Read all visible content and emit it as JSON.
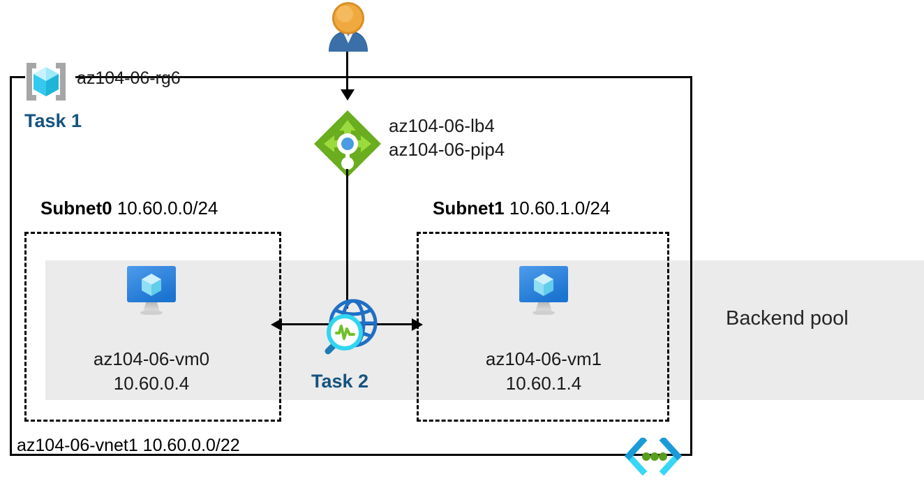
{
  "diagram": {
    "title": "Azure load balancer backend pool architecture",
    "colors": {
      "task_blue": "#15537f",
      "band_gray": "#ebebeb",
      "lb_green": "#76bc21",
      "lb_green_dark": "#5e9624",
      "vm_blue": "#2a7bd5",
      "globe_blue": "#1f6fc4",
      "magnifier_cyan": "#32d5f0",
      "pulse_green": "#6fbf2a",
      "vnet_blue": "#1a9bd7",
      "vnet_cyan": "#37d7f5",
      "vnet_dot_green": "#5a9e1f",
      "user_orange": "#e8a33d",
      "user_body_blue": "#2e5f96",
      "rg_cube_cyan": "#53d9f5",
      "bracket_gray": "#a6a6a6",
      "outline_black": "#000000"
    }
  },
  "resource_group": {
    "icon": "resource-group-icon",
    "name": "az104-06-rg6",
    "task_label": "Task 1"
  },
  "user": {
    "icon": "user-icon",
    "label": ""
  },
  "load_balancer": {
    "icon": "load-balancer-icon",
    "name": "az104-06-lb4",
    "public_ip": "az104-06-pip4"
  },
  "backend_pool": {
    "label": "Backend pool"
  },
  "subnets": [
    {
      "name": "Subnet0",
      "cidr": "10.60.0.0/24",
      "vm": {
        "icon": "virtual-machine-icon",
        "name": "az104-06-vm0",
        "ip": "10.60.0.4"
      }
    },
    {
      "name": "Subnet1",
      "cidr": "10.60.1.0/24",
      "vm": {
        "icon": "virtual-machine-icon",
        "name": "az104-06-vm1",
        "ip": "10.60.1.4"
      }
    }
  ],
  "network_watcher": {
    "icon": "network-watcher-icon",
    "task_label": "Task 2"
  },
  "vnet": {
    "icon": "virtual-network-icon",
    "label": "az104-06-vnet1 10.60.0.0/22"
  }
}
